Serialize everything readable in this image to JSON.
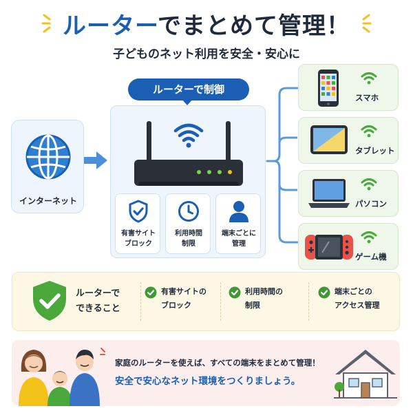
{
  "header": {
    "title_part1": "ルーター",
    "title_part2": "でまとめて管理！",
    "subtitle": "子どものネット利用を安全・安心に"
  },
  "internet": {
    "label": "インターネット",
    "icon": "globe-icon"
  },
  "router": {
    "badge": "ルーターで制御",
    "features": [
      {
        "label": "有害サイト\nブロック",
        "icon": "shield-check-icon"
      },
      {
        "label": "利用時間\n制限",
        "icon": "clock-icon"
      },
      {
        "label": "端末ごとに\n管理",
        "icon": "user-icon"
      }
    ]
  },
  "devices": [
    {
      "label": "スマホ",
      "icon": "smartphone-icon"
    },
    {
      "label": "タブレット",
      "icon": "tablet-icon"
    },
    {
      "label": "パソコン",
      "icon": "laptop-icon"
    },
    {
      "label": "ゲーム機",
      "icon": "game-console-icon"
    }
  ],
  "capabilities": {
    "title": "ルーターで\nできること",
    "items": [
      "有害サイトの\nブロック",
      "利用時間の\n制限",
      "端末ごとの\nアクセス管理"
    ]
  },
  "banner": {
    "line1": "家庭のルーターを使えば、すべての端末をまとめて管理！",
    "line2": "安全で安心なネット環境をつくりましょう。"
  },
  "colors": {
    "brand_blue": "#1a5fb4",
    "wifi_green": "#4aa93a",
    "check_green": "#3f9a35",
    "title_spark": "#f2c21b"
  }
}
